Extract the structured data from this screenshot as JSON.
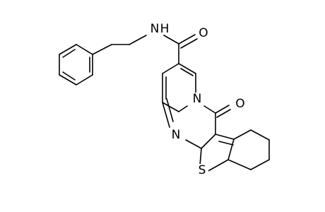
{
  "molecule": {
    "atoms": {
      "nh_n": "N",
      "nh_h": "H",
      "amide_o": "O",
      "ring_n": "N",
      "imine_n": "N",
      "keto_o": "O",
      "thio_s": "S"
    }
  },
  "colors": {
    "bond": "#000000",
    "background": "#ffffff"
  }
}
